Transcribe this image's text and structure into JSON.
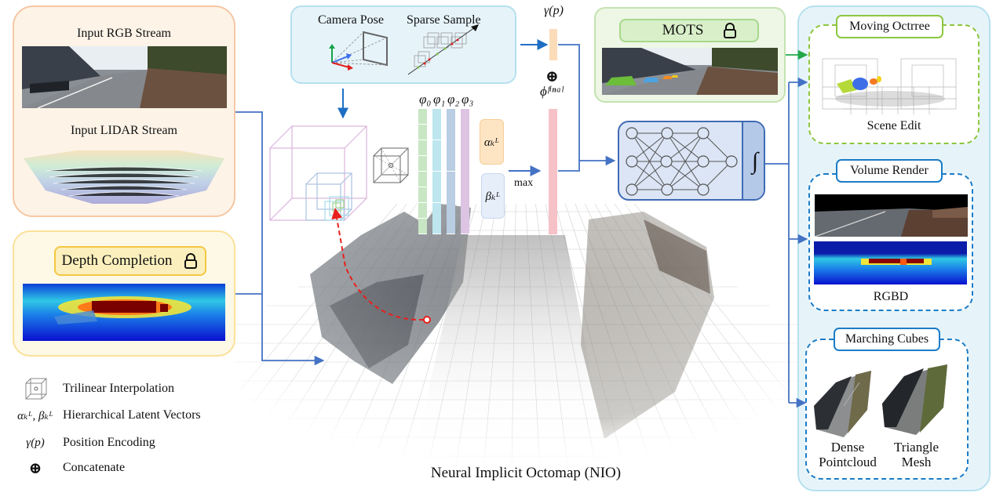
{
  "input_panel": {
    "rgb_title": "Input RGB Stream",
    "lidar_title": "Input LIDAR Stream"
  },
  "depth_panel": {
    "label": "Depth Completion",
    "lock_icon": "lock-icon"
  },
  "camera_panel": {
    "camera_pose_label": "Camera Pose",
    "sparse_sample_label": "Sparse Sample"
  },
  "features": {
    "phi_labels": [
      "φ₀",
      "φ₁",
      "φ₂",
      "φ₃"
    ],
    "phi_colors": [
      "#c8e6c4",
      "#bde6ee",
      "#b9cde3",
      "#dcc4e2"
    ],
    "alpha_label": "αₖᴸ",
    "beta_label": "βₖᴸ",
    "max_label": "max",
    "gamma_label": "γ(p)",
    "phi_final_label": "ϕᶠⁱⁿᵃˡ",
    "concat_symbol": "⊕"
  },
  "mots_panel": {
    "label": "MOTS",
    "lock_icon": "lock-icon"
  },
  "output_panel": {
    "moving_octree": {
      "label": "Moving Octrree",
      "caption": "Scene Edit"
    },
    "volume_render": {
      "label": "Volume Render",
      "caption": "RGBD"
    },
    "marching_cubes": {
      "label": "Marching Cubes",
      "captions": [
        "Dense\nPointcloud",
        "Triangle\nMesh"
      ],
      "caption_lines": [
        [
          "Dense",
          "Pointcloud"
        ],
        [
          "Triangle",
          "Mesh"
        ]
      ]
    }
  },
  "nio_caption": "Neural Implicit Octomap (NIO)",
  "legend": [
    {
      "symbol": "",
      "icon": "trilinear-cube-icon",
      "label": "Trilinear Interpolation"
    },
    {
      "symbol": "αₖᴸ, βₖᴸ",
      "label": "Hierarchical Latent Vectors"
    },
    {
      "symbol": "γ(p)",
      "label": "Position Encoding"
    },
    {
      "symbol": "⊕",
      "label": "Concatenate"
    }
  ],
  "integral_symbol": "∫",
  "colors": {
    "arrow_blue": "#4472c4",
    "arrow_green": "#22a84a",
    "dashed_red": "#e8201e",
    "mlp_fill": "#dbe5f5",
    "mlp_border": "#3f6bb3",
    "gamma_fill": "#fbdcb8",
    "phi_final_fill": "#f6c2c8"
  }
}
